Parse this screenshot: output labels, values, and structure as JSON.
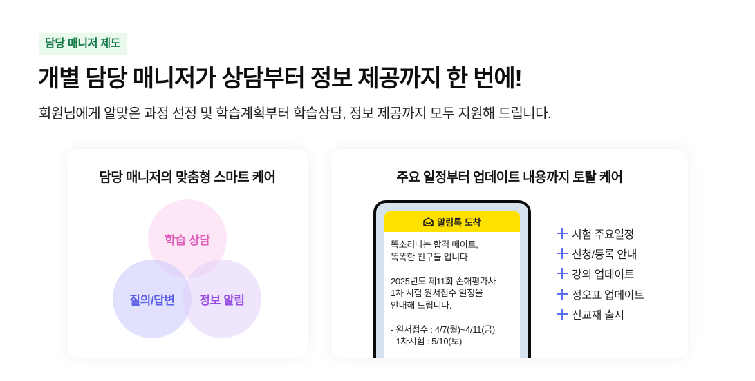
{
  "header": {
    "badge": "담당 매니저 제도",
    "title": "개별 담당 매니저가 상담부터 정보 제공까지 한 번에!",
    "subtitle": "회원님에게 알맞은 과정 선정 및 학습계획부터 학습상담, 정보 제공까지 모두 지원해 드립니다."
  },
  "left_card": {
    "title": "담당 매니저의 맞춤형 스마트 케어",
    "circles": [
      {
        "label": "학습 상담",
        "color": "#e05ab8"
      },
      {
        "label": "질의/답변",
        "color": "#5a5ee6"
      },
      {
        "label": "정보 알림",
        "color": "#9a4fe0"
      }
    ]
  },
  "right_card": {
    "title": "주요 일정부터 업데이트 내용까지 토탈 케어",
    "phone": {
      "header_icon": "envelope-icon",
      "header": "알림톡 도착",
      "lines": [
        "똑소리나는 합격 메이트,",
        "똑똑한 친구들 입니다.",
        "",
        "2025년도 제11회 손해평가사",
        "1차 시험 원서접수 일정을",
        "안내해 드립니다.",
        "",
        "- 원서접수 : 4/7(월)~4/11(금)",
        "- 1차시험 : 5/10(토)"
      ]
    },
    "features": [
      "시험 주요일정",
      "신청/등록 안내",
      "강의 업데이트",
      "정오표 업데이트",
      "신교재 출시"
    ],
    "accent_color": "#5c6ef0"
  }
}
